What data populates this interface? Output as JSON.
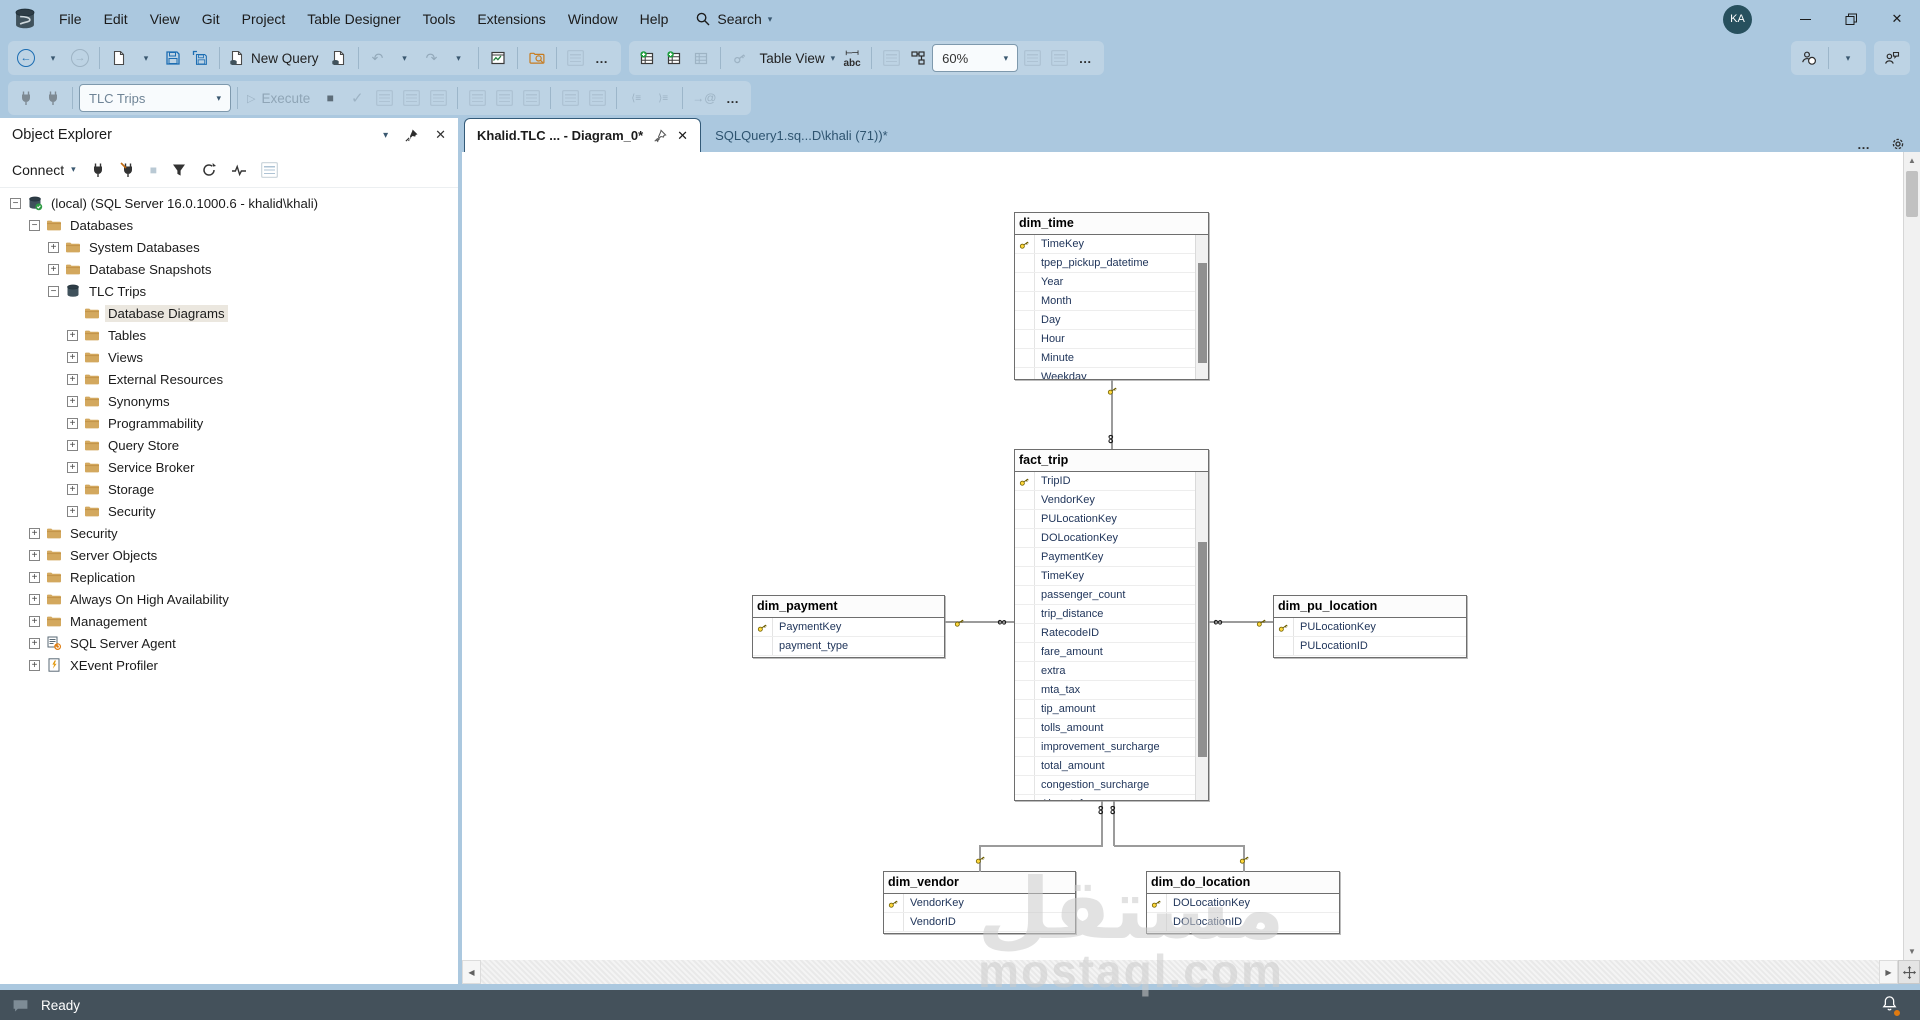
{
  "titlebar": {
    "menu": [
      "File",
      "Edit",
      "View",
      "Git",
      "Project",
      "Table Designer",
      "Tools",
      "Extensions",
      "Window",
      "Help"
    ],
    "search_label": "Search",
    "avatar": "KA"
  },
  "toolbar": {
    "new_query": "New Query",
    "table_view": "Table View",
    "zoom_level": "60%"
  },
  "query_toolbar": {
    "database": "TLC Trips",
    "execute": "Execute"
  },
  "object_explorer": {
    "title": "Object Explorer",
    "connect_label": "Connect",
    "tree": [
      {
        "label": "(local) (SQL Server 16.0.1000.6 - khalid\\khali)",
        "level": 0,
        "expand": "minus",
        "icon": "server"
      },
      {
        "label": "Databases",
        "level": 1,
        "expand": "minus",
        "icon": "folder"
      },
      {
        "label": "System Databases",
        "level": 2,
        "expand": "plus",
        "icon": "folder"
      },
      {
        "label": "Database Snapshots",
        "level": 2,
        "expand": "plus",
        "icon": "folder"
      },
      {
        "label": "TLC Trips",
        "level": 2,
        "expand": "minus",
        "icon": "database"
      },
      {
        "label": "Database Diagrams",
        "level": 3,
        "expand": "none",
        "icon": "folder",
        "selected": true
      },
      {
        "label": "Tables",
        "level": 3,
        "expand": "plus",
        "icon": "folder"
      },
      {
        "label": "Views",
        "level": 3,
        "expand": "plus",
        "icon": "folder"
      },
      {
        "label": "External Resources",
        "level": 3,
        "expand": "plus",
        "icon": "folder"
      },
      {
        "label": "Synonyms",
        "level": 3,
        "expand": "plus",
        "icon": "folder"
      },
      {
        "label": "Programmability",
        "level": 3,
        "expand": "plus",
        "icon": "folder"
      },
      {
        "label": "Query Store",
        "level": 3,
        "expand": "plus",
        "icon": "folder"
      },
      {
        "label": "Service Broker",
        "level": 3,
        "expand": "plus",
        "icon": "folder"
      },
      {
        "label": "Storage",
        "level": 3,
        "expand": "plus",
        "icon": "folder"
      },
      {
        "label": "Security",
        "level": 3,
        "expand": "plus",
        "icon": "folder"
      },
      {
        "label": "Security",
        "level": 1,
        "expand": "plus",
        "icon": "folder"
      },
      {
        "label": "Server Objects",
        "level": 1,
        "expand": "plus",
        "icon": "folder"
      },
      {
        "label": "Replication",
        "level": 1,
        "expand": "plus",
        "icon": "folder"
      },
      {
        "label": "Always On High Availability",
        "level": 1,
        "expand": "plus",
        "icon": "folder"
      },
      {
        "label": "Management",
        "level": 1,
        "expand": "plus",
        "icon": "folder"
      },
      {
        "label": "SQL Server Agent",
        "level": 1,
        "expand": "plus",
        "icon": "agent"
      },
      {
        "label": "XEvent Profiler",
        "level": 1,
        "expand": "plus",
        "icon": "xevent"
      }
    ]
  },
  "tabs": {
    "active": "Khalid.TLC ... - Diagram_0*",
    "inactive": "SQLQuery1.sq...D\\khali (71))*"
  },
  "diagram": {
    "tables": [
      {
        "name": "dim_time",
        "scroll": true,
        "columns": [
          {
            "n": "TimeKey",
            "key": true
          },
          {
            "n": "tpep_pickup_datetime"
          },
          {
            "n": "Year"
          },
          {
            "n": "Month"
          },
          {
            "n": "Day"
          },
          {
            "n": "Hour"
          },
          {
            "n": "Minute"
          },
          {
            "n": "Weekday"
          }
        ]
      },
      {
        "name": "fact_trip",
        "scroll": true,
        "columns": [
          {
            "n": "TripID",
            "key": true
          },
          {
            "n": "VendorKey"
          },
          {
            "n": "PULocationKey"
          },
          {
            "n": "DOLocationKey"
          },
          {
            "n": "PaymentKey"
          },
          {
            "n": "TimeKey"
          },
          {
            "n": "passenger_count"
          },
          {
            "n": "trip_distance"
          },
          {
            "n": "RatecodeID"
          },
          {
            "n": "fare_amount"
          },
          {
            "n": "extra"
          },
          {
            "n": "mta_tax"
          },
          {
            "n": "tip_amount"
          },
          {
            "n": "tolls_amount"
          },
          {
            "n": "improvement_surcharge"
          },
          {
            "n": "total_amount"
          },
          {
            "n": "congestion_surcharge"
          },
          {
            "n": "Airport_fee"
          }
        ]
      },
      {
        "name": "dim_payment",
        "columns": [
          {
            "n": "PaymentKey",
            "key": true
          },
          {
            "n": "payment_type"
          }
        ]
      },
      {
        "name": "dim_pu_location",
        "columns": [
          {
            "n": "PULocationKey",
            "key": true
          },
          {
            "n": "PULocationID"
          }
        ]
      },
      {
        "name": "dim_vendor",
        "columns": [
          {
            "n": "VendorKey",
            "key": true
          },
          {
            "n": "VendorID"
          }
        ]
      },
      {
        "name": "dim_do_location",
        "columns": [
          {
            "n": "DOLocationKey",
            "key": true
          },
          {
            "n": "DOLocationID"
          }
        ]
      }
    ],
    "relationships": [
      {
        "from": "dim_time",
        "to": "fact_trip",
        "from_end": "one",
        "to_end": "many"
      },
      {
        "from": "dim_payment",
        "to": "fact_trip",
        "from_end": "one",
        "to_end": "many"
      },
      {
        "from": "dim_pu_location",
        "to": "fact_trip",
        "from_end": "one",
        "to_end": "many"
      },
      {
        "from": "dim_vendor",
        "to": "fact_trip",
        "from_end": "one",
        "to_end": "many"
      },
      {
        "from": "dim_do_location",
        "to": "fact_trip",
        "from_end": "one",
        "to_end": "many"
      }
    ]
  },
  "watermark": {
    "arabic": "مستقل",
    "latin": "mostaql.com"
  },
  "statusbar": {
    "message": "Ready"
  },
  "colors": {
    "chrome": "#abc8df",
    "strip": "#bdd3e4",
    "status": "#44515b",
    "key_gold": "#ffd83d",
    "folder": "#d3a85e",
    "accent_blue": "#1c6db2"
  }
}
